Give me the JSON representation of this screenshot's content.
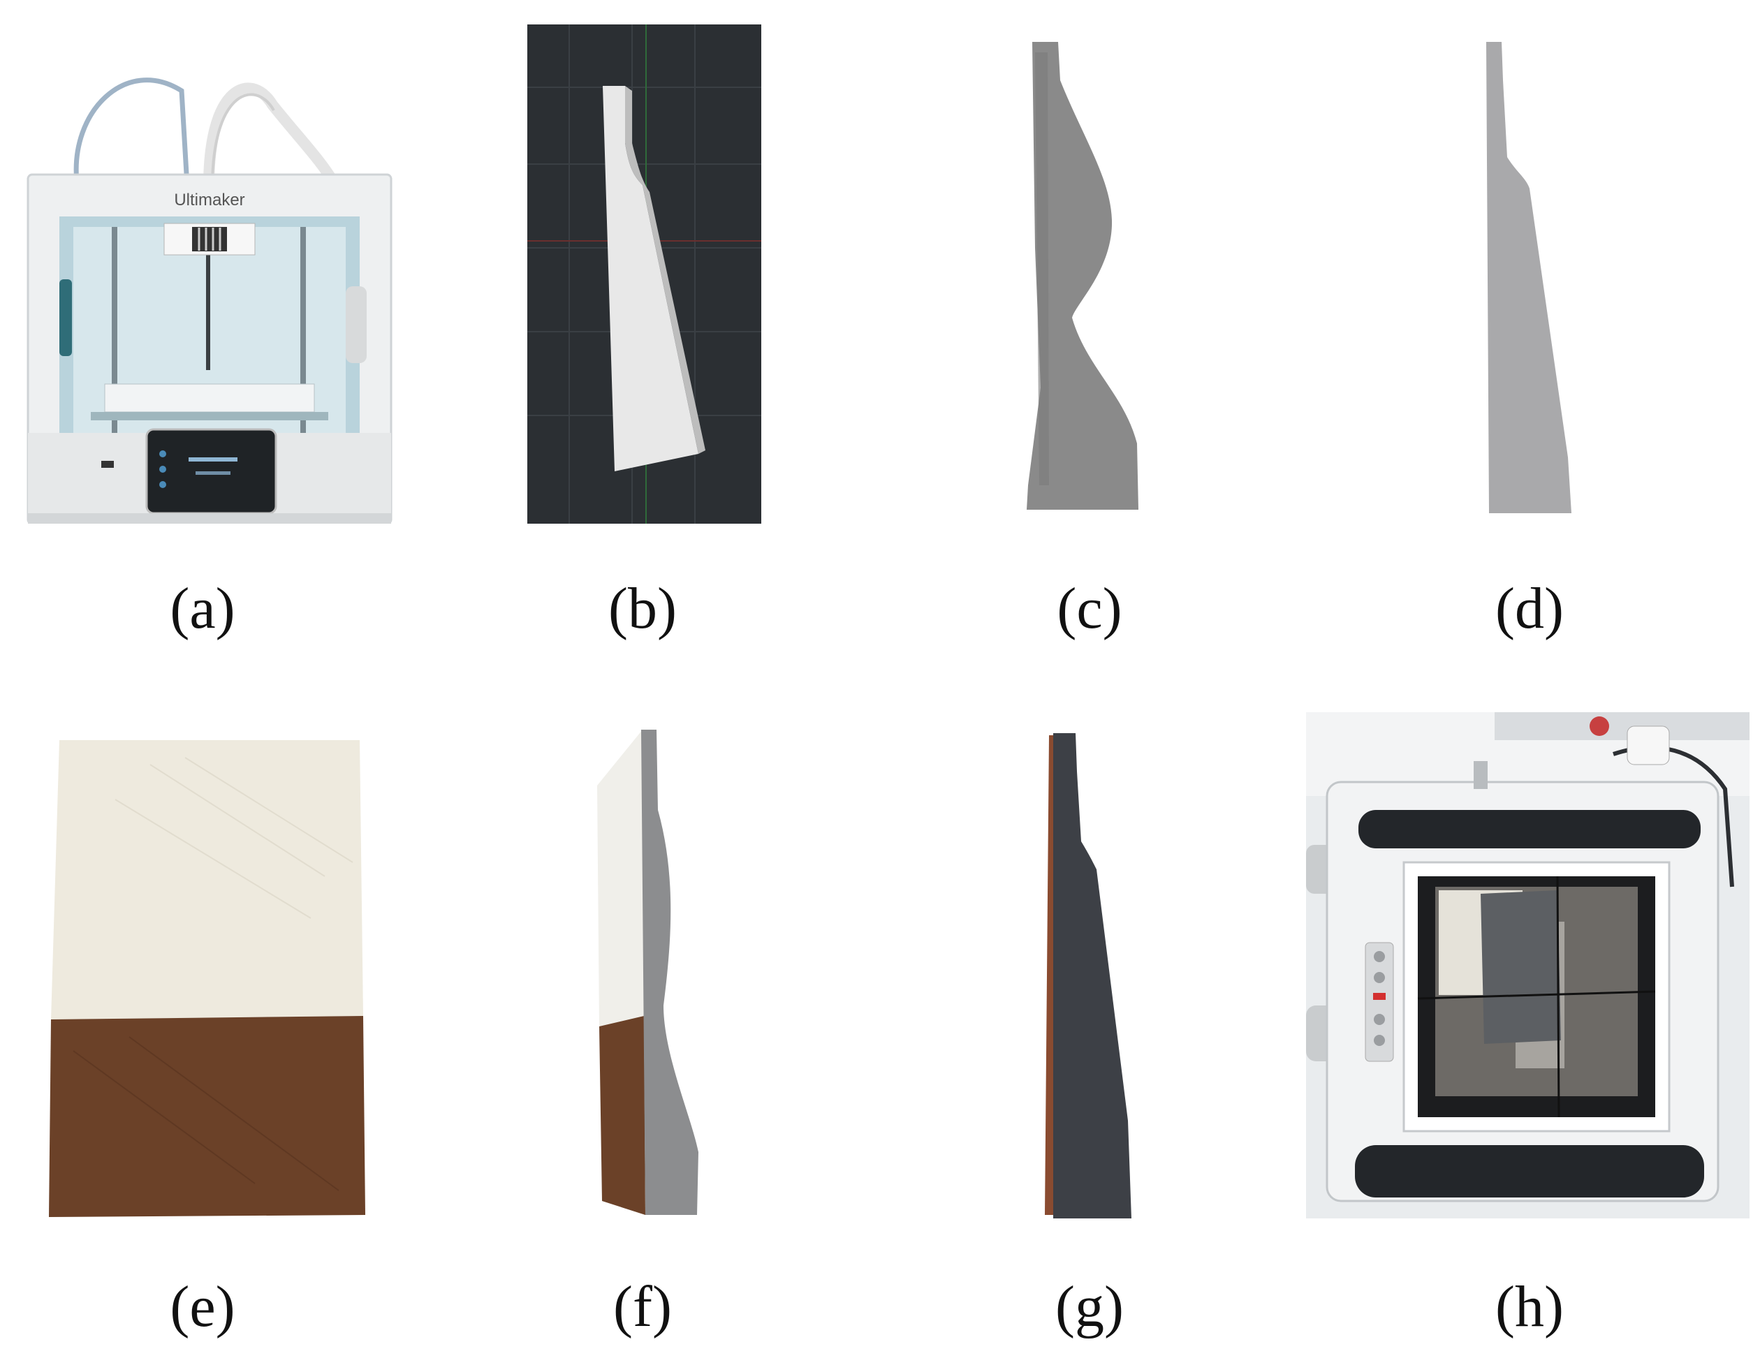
{
  "printer": {
    "brand": "Ultimaker"
  },
  "captions": {
    "a": "(a)",
    "b": "(b)",
    "c": "(c)",
    "d": "(d)",
    "e": "(e)",
    "f": "(f)",
    "g": "(g)",
    "h": "(h)"
  },
  "colors": {
    "background": "#ffffff",
    "cad_background": "#2b2f33",
    "gray_filament": "#8a8a8a",
    "light_gray_filament": "#a9a9ab",
    "white_filament": "#eeeade",
    "brown_filament": "#6b4128",
    "dark_filament": "#3d4046"
  }
}
